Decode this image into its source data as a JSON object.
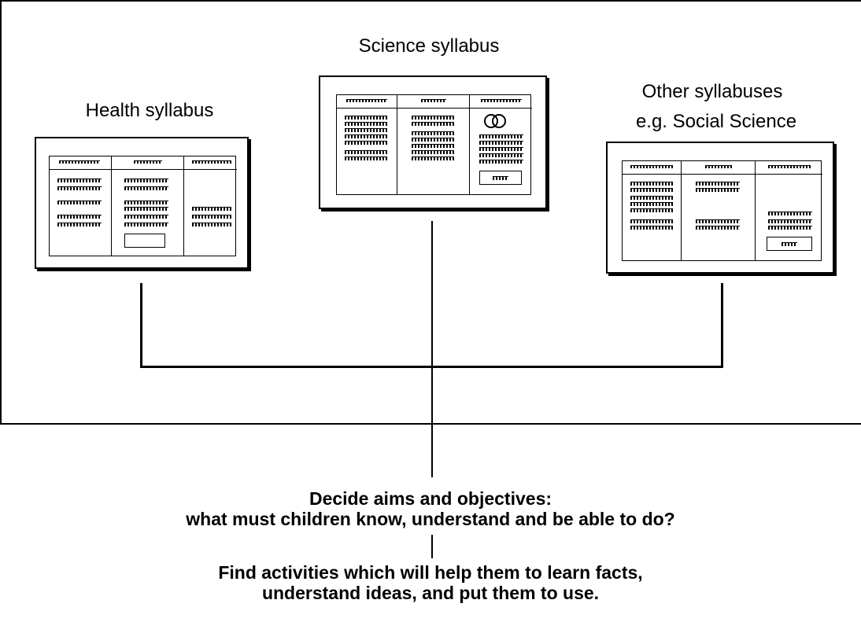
{
  "labels": {
    "science": "Science syllabus",
    "health": "Health syllabus",
    "other_line1": "Other syllabuses",
    "other_line2": "e.g. Social Science"
  },
  "steps": {
    "decide_line1": "Decide aims and objectives:",
    "decide_line2": "what must children know, understand and be able to do?",
    "find_line1": "Find activities which will help them to learn facts,",
    "find_line2": "understand ideas, and put them to use."
  }
}
